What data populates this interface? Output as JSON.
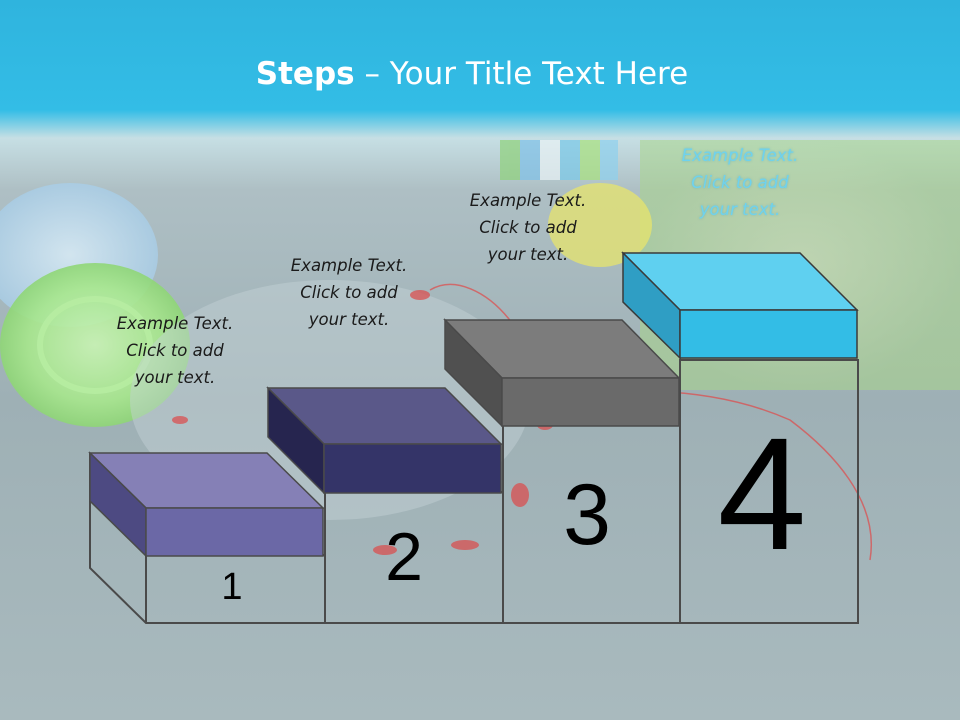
{
  "title": {
    "bold": "Steps",
    "rest": " – Your Title Text Here"
  },
  "steps": [
    {
      "number": "1",
      "caption": [
        "Example Text.",
        "Click  to add",
        "your text."
      ]
    },
    {
      "number": "2",
      "caption": [
        "Example Text.",
        "Click  to add",
        "your text."
      ]
    },
    {
      "number": "3",
      "caption": [
        "Example Text.",
        "Click  to add",
        "your text."
      ]
    },
    {
      "number": "4",
      "caption": [
        "Example Text.",
        "Click  to add",
        "your text."
      ]
    }
  ],
  "colors": {
    "step1": "#6b68a6",
    "step2": "#343468",
    "step3": "#6a6a6a",
    "step4": "#33bde6"
  }
}
